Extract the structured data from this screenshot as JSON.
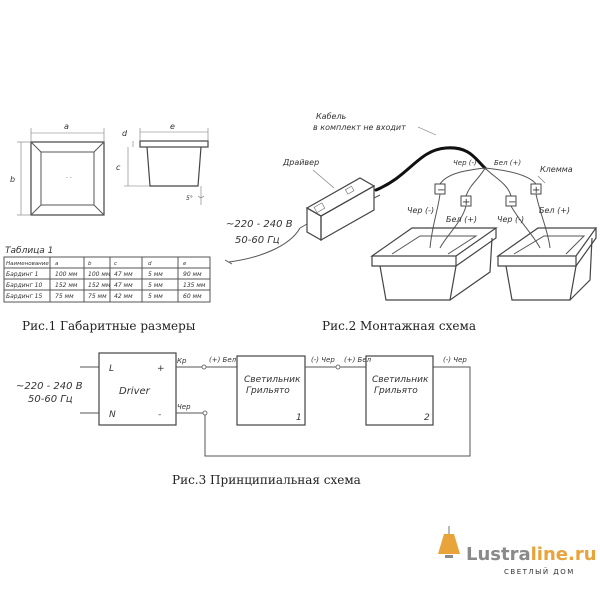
{
  "fig1": {
    "dim_a": "a",
    "dim_b": "b",
    "dim_d": "d",
    "dim_e": "e",
    "dim_c": "c",
    "angle": "5°",
    "table_title": "Таблица 1",
    "table_headers": [
      "Наименование",
      "a",
      "b",
      "c",
      "d",
      "e"
    ],
    "table_rows": [
      [
        "Бардинг 1",
        "100 мм",
        "100 мм",
        "47 мм",
        "5 мм",
        "90 мм"
      ],
      [
        "Бардинг 10",
        "152 мм",
        "152 мм",
        "47 мм",
        "5 мм",
        "135 мм"
      ],
      [
        "Бардинг 15",
        "75 мм",
        "75 мм",
        "42 мм",
        "5 мм",
        "60 мм"
      ]
    ],
    "caption": "Рис.1 Габаритные размеры"
  },
  "fig2": {
    "cable_label_1": "Кабель",
    "cable_label_2": "в комплект не входит",
    "driver_label": "Драйвер",
    "mains_1": "~220 - 240 В",
    "mains_2": "50-60 Гц",
    "black_minus": "Чер (-)",
    "white_plus": "Бел (+)",
    "terminal": "Клемма",
    "minus": "−",
    "plus": "+",
    "caption": "Рис.2 Монтажная схема"
  },
  "fig3": {
    "mains_1": "~220 - 240 В",
    "mains_2": "50-60 Гц",
    "pin_L": "L",
    "pin_N": "N",
    "pin_plus": "+",
    "pin_minus": "-",
    "driver": "Driver",
    "kr": "Кр",
    "cher": "Чер",
    "plus_white": "(+) Бел",
    "minus_black": "(-) Чер",
    "lamp_name_1": "Светильник",
    "lamp_name_2": "Грильято",
    "lamp1_num": "1",
    "lamp2_num": "2",
    "caption": "Рис.3 Принципиальная схема"
  },
  "brand": {
    "name_dark": "Lustra",
    "name_accent": "line.ru",
    "tagline": "СВЕТЛЫЙ ДОМ",
    "accent_color": "#e8a33a",
    "text_color": "#8a8a8a"
  }
}
